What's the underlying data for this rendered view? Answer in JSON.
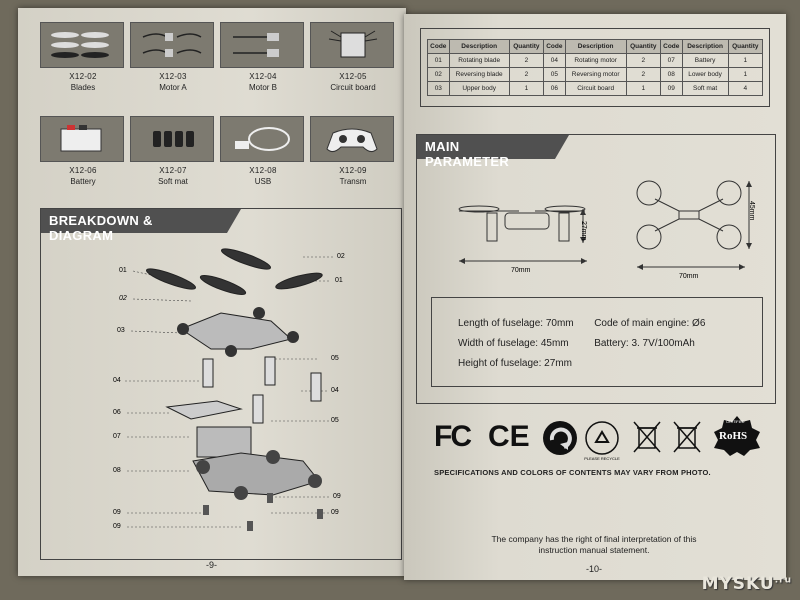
{
  "left_page": {
    "parts": [
      {
        "code": "X12-02",
        "name": "Blades",
        "icon": "blades-icon"
      },
      {
        "code": "X12-03",
        "name": "Motor A",
        "icon": "motor-icon"
      },
      {
        "code": "X12-04",
        "name": "Motor B",
        "icon": "motor-icon"
      },
      {
        "code": "X12-05",
        "name": "Circuit board",
        "icon": "circuit-board-icon"
      },
      {
        "code": "X12-06",
        "name": "Battery",
        "icon": "battery-icon"
      },
      {
        "code": "X12-07",
        "name": "Soft mat",
        "icon": "soft-mat-icon"
      },
      {
        "code": "X12-08",
        "name": "USB",
        "icon": "usb-cable-icon"
      },
      {
        "code": "X12-09",
        "name": "Transm",
        "icon": "transmitter-icon"
      }
    ],
    "breakdown_title": "BREAKDOWN & DIAGRAM",
    "diagram_labels": [
      "01",
      "02",
      "02",
      "01",
      "03",
      "05",
      "04",
      "04",
      "06",
      "05",
      "07",
      "08",
      "09",
      "09",
      "09",
      "09"
    ],
    "page_number": "-9-"
  },
  "right_page": {
    "table": {
      "headers": [
        "Code",
        "Description",
        "Quantity",
        "Code",
        "Description",
        "Quantity",
        "Code",
        "Description",
        "Quantity"
      ],
      "rows": [
        [
          "01",
          "Rotating blade",
          "2",
          "04",
          "Rotating motor",
          "2",
          "07",
          "Battery",
          "1"
        ],
        [
          "02",
          "Reversing blade",
          "2",
          "05",
          "Reversing motor",
          "2",
          "08",
          "Lower body",
          "1"
        ],
        [
          "03",
          "Upper body",
          "1",
          "06",
          "Circuit board",
          "1",
          "09",
          "Soft mat",
          "4"
        ]
      ]
    },
    "main_parameter_title": "MAIN PARAMETER",
    "dims": {
      "front_width": "70mm",
      "front_height": "27mm",
      "top_width": "70mm",
      "top_height": "45mm"
    },
    "specs": {
      "length_label": "Length of fuselage: 70mm",
      "engine_label": "Code of main engine: Ø6",
      "width_label": "Width of fuselage:   45mm",
      "battery_label": "Battery:  3. 7V/100mAh",
      "height_label": "Height of fuselage: 27mm"
    },
    "logos": {
      "fc": "FC",
      "ce": "CE",
      "please_recycle": "PLEASE RECYCLE",
      "rohs": "RoHS",
      "certified": "CERTIFIED"
    },
    "disclaimer": "SPECIFICATIONS AND COLORS OF CONTENTS MAY VARY FROM PHOTO.",
    "company_note": "The company  has the right of final interpretation of this instruction manual statement.",
    "page_number": "-10-"
  },
  "watermark": {
    "text": "MYSKU",
    "sup": ".ru"
  }
}
